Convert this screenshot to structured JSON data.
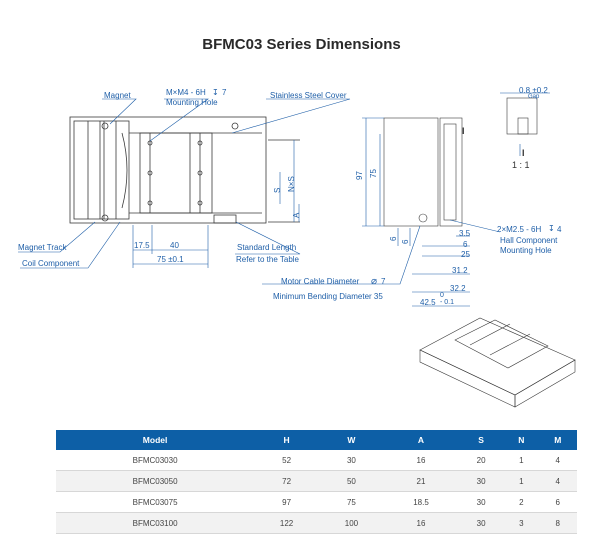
{
  "title": "BFMC03 Series Dimensions",
  "labels": {
    "magnet": "Magnet",
    "mount_spec": "M×M4 - 6H",
    "mount_depth": "7",
    "mounting_hole": "Mounting Hole",
    "stainless_cover": "Stainless Steel Cover",
    "magnet_track": "Magnet Track",
    "coil_component": "Coil Component",
    "standard_length": "Standard Length",
    "refer_table": "Refer to the Table",
    "motor_cable": "Motor Cable Diameter",
    "cable_dia": "7",
    "min_bending": "Minimum Bending Diameter 35",
    "hall_spec": "2×M2.5 - 6H",
    "hall_depth": "4",
    "hall_component": "Hall Component",
    "hall_mounting": "Mounting Hole",
    "detail_scale": "1 : 1",
    "detail_label": "I",
    "detail_dim": "0.8 ±0.2",
    "detail_gap": "Gap",
    "dim_17_5": "17.5",
    "dim_40": "40",
    "dim_75": "75 ±0.1",
    "dim_n_s": "N×S",
    "dim_s": "S",
    "dim_a": "A",
    "dim_97": "97",
    "dim_75v": "75",
    "dim_6a": "6",
    "dim_6b": "6",
    "dim_3_5": "3.5",
    "dim_6c": "6",
    "dim_25": "25",
    "dim_31_2": "31.2",
    "dim_32_2": "32.2",
    "dim_42_5": "42.5",
    "dim_42_5_tol": "0\n- 0.1"
  },
  "table": {
    "headers": [
      "Model",
      "H",
      "W",
      "A",
      "S",
      "N",
      "M"
    ],
    "rows": [
      [
        "BFMC03030",
        "52",
        "30",
        "16",
        "20",
        "1",
        "4"
      ],
      [
        "BFMC03050",
        "72",
        "50",
        "21",
        "30",
        "1",
        "4"
      ],
      [
        "BFMC03075",
        "97",
        "75",
        "18.5",
        "30",
        "2",
        "6"
      ],
      [
        "BFMC03100",
        "122",
        "100",
        "16",
        "30",
        "3",
        "8"
      ]
    ]
  },
  "colors": {
    "header_bg": "#0d5fa6",
    "label_blue": "#1f5fa8",
    "line": "#333333"
  }
}
